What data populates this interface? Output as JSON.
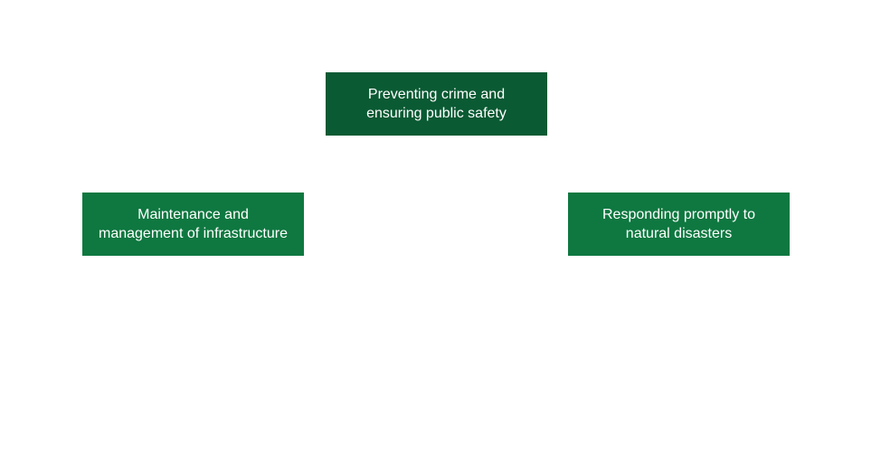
{
  "diagram": {
    "nodes": [
      {
        "text": "Preventing crime and ensuring public safety",
        "color": "#0a5a33"
      },
      {
        "text": "Maintenance and management of infrastructure",
        "color": "#0e7840"
      },
      {
        "text": "Responding promptly to natural disasters",
        "color": "#0e7840"
      }
    ]
  }
}
